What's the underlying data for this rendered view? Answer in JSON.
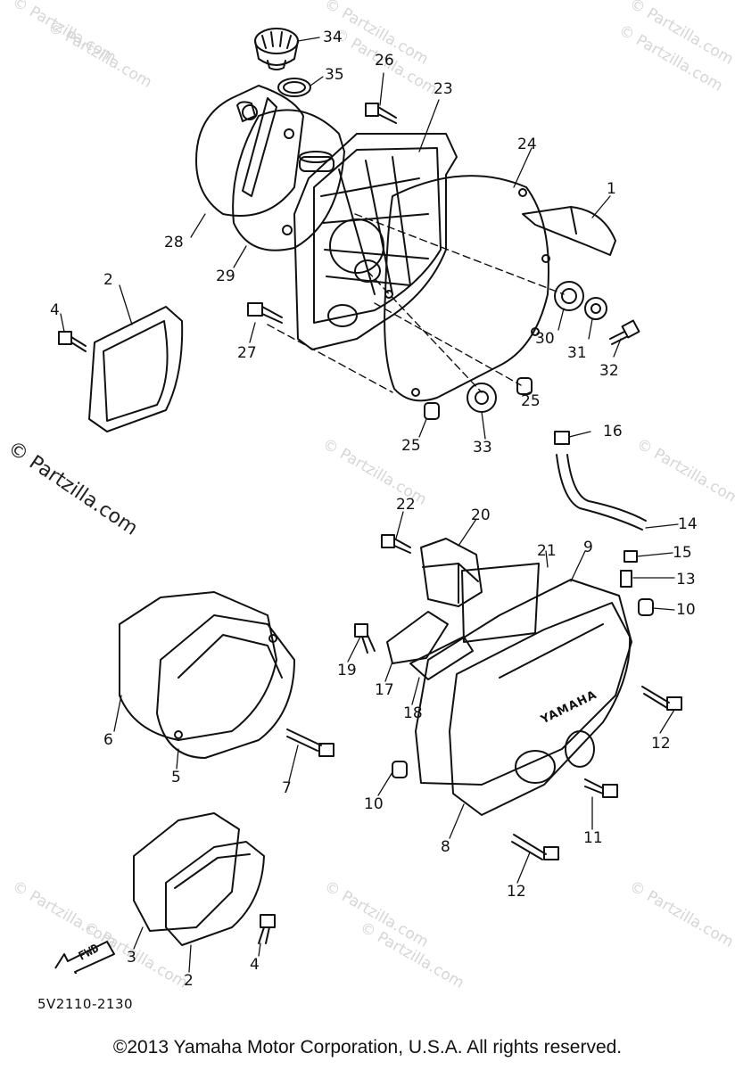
{
  "watermark": {
    "text": "© Partzilla.com"
  },
  "callouts": [
    {
      "id": "c34a",
      "label": "34"
    },
    {
      "id": "c35",
      "label": "35"
    },
    {
      "id": "c26",
      "label": "26"
    },
    {
      "id": "c23",
      "label": "23"
    },
    {
      "id": "c24",
      "label": "24"
    },
    {
      "id": "c1",
      "label": "1"
    },
    {
      "id": "c28",
      "label": "28"
    },
    {
      "id": "c29",
      "label": "29"
    },
    {
      "id": "c2a",
      "label": "2"
    },
    {
      "id": "c4a",
      "label": "4"
    },
    {
      "id": "c27",
      "label": "27"
    },
    {
      "id": "c30",
      "label": "30"
    },
    {
      "id": "c31",
      "label": "31"
    },
    {
      "id": "c32",
      "label": "32"
    },
    {
      "id": "c25a",
      "label": "25"
    },
    {
      "id": "c25b",
      "label": "25"
    },
    {
      "id": "c33",
      "label": "33"
    },
    {
      "id": "c16",
      "label": "16"
    },
    {
      "id": "c22",
      "label": "22"
    },
    {
      "id": "c20",
      "label": "20"
    },
    {
      "id": "c14",
      "label": "14"
    },
    {
      "id": "c21",
      "label": "21"
    },
    {
      "id": "c9",
      "label": "9"
    },
    {
      "id": "c15",
      "label": "15"
    },
    {
      "id": "c13",
      "label": "13"
    },
    {
      "id": "c10a",
      "label": "10"
    },
    {
      "id": "c19",
      "label": "19"
    },
    {
      "id": "c17",
      "label": "17"
    },
    {
      "id": "c18",
      "label": "18"
    },
    {
      "id": "c12a",
      "label": "12"
    },
    {
      "id": "c6",
      "label": "6"
    },
    {
      "id": "c5",
      "label": "5"
    },
    {
      "id": "c7",
      "label": "7"
    },
    {
      "id": "c10b",
      "label": "10"
    },
    {
      "id": "c8",
      "label": "8"
    },
    {
      "id": "c11",
      "label": "11"
    },
    {
      "id": "c12b",
      "label": "12"
    },
    {
      "id": "c3",
      "label": "3"
    },
    {
      "id": "c2b",
      "label": "2"
    },
    {
      "id": "c4b",
      "label": "4"
    }
  ],
  "brand_stamp": "YAMAHA",
  "forward_arrow": "FWD",
  "diagram_code": "5V2110-2130",
  "footer": "©2013  Yamaha Motor Corporation, U.S.A. All rights reserved."
}
